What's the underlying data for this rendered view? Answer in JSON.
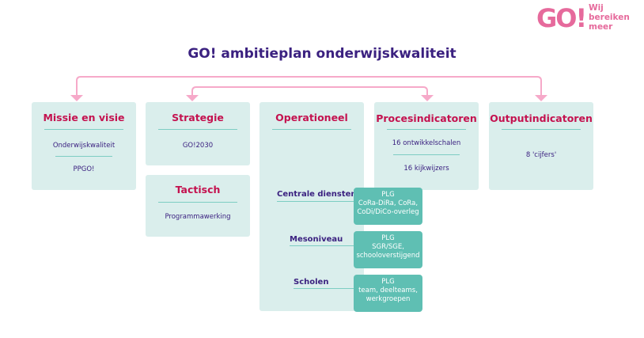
{
  "logo": {
    "mark": "GO!",
    "slogan": [
      "Wij",
      "bereiken",
      "meer"
    ]
  },
  "title": "GO! ambitieplan onderwijskwaliteit",
  "boxes": {
    "missie": {
      "title": "Missie en visie",
      "items": [
        "Onderwijskwaliteit",
        "PPGO!"
      ]
    },
    "strategie": {
      "title": "Strategie",
      "items": [
        "GO!2030"
      ]
    },
    "tactisch": {
      "title": "Tactisch",
      "items": [
        "Programmawerking"
      ]
    },
    "operationeel": {
      "title": "Operationeel"
    },
    "proces": {
      "title": "Procesindicatoren",
      "items": [
        "16 ontwikkelschalen",
        "16 kijkwijzers"
      ]
    },
    "output": {
      "title": "Outputindicatoren",
      "items": [
        "8 'cijfers'"
      ]
    }
  },
  "levels": [
    {
      "label": "Centrale diensten",
      "plg": [
        "PLG",
        "CoRa-DiRa, CoRa,",
        "CoDi/DiCo-overleg"
      ]
    },
    {
      "label": "Mesoniveau",
      "plg": [
        "PLG",
        "SGR/SGE,",
        "schooloverstijgend"
      ]
    },
    {
      "label": "Scholen",
      "plg": [
        "PLG",
        "team, deelteams,",
        "werkgroepen"
      ]
    }
  ],
  "colors": {
    "title": "#3b2180",
    "box_title": "#c4124f",
    "box_bg": "#daeeec",
    "teal": "#5fbfb3",
    "arrow": "#f6a9c9"
  }
}
